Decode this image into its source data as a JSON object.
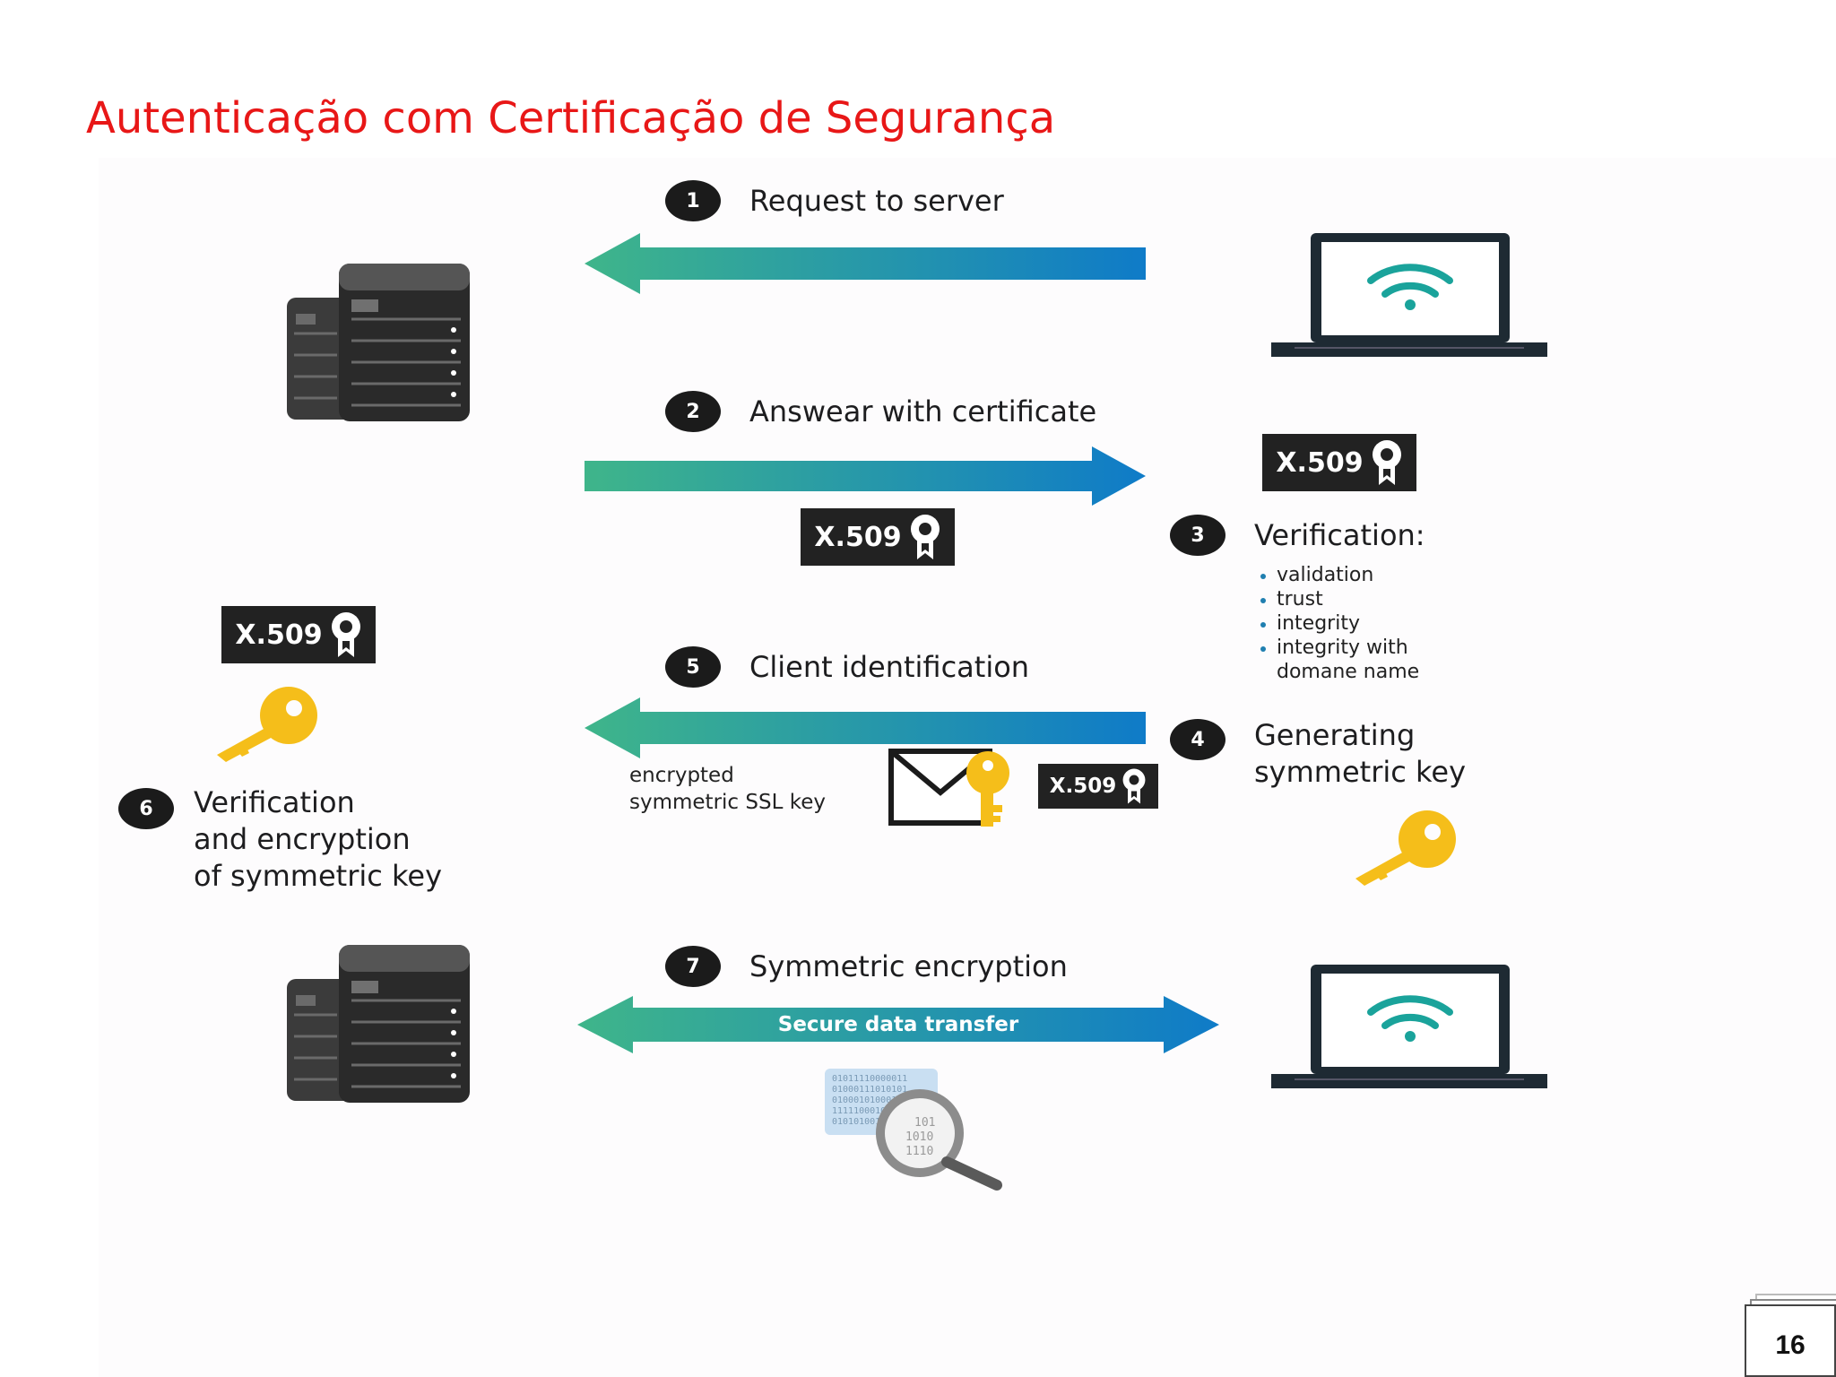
{
  "slide": {
    "title": "Autenticação com Certificação de Segurança",
    "page_number": "16"
  },
  "certificate_label": "X.509",
  "steps": [
    {
      "number": "1",
      "label": "Request to server"
    },
    {
      "number": "2",
      "label": "Answear with certificate"
    },
    {
      "number": "3",
      "label": "Verification:"
    },
    {
      "number": "4",
      "label": "Generating\nsymmetric key"
    },
    {
      "number": "5",
      "label": "Client identification"
    },
    {
      "number": "6",
      "label": "Verification\nand encryption\nof symmetric key"
    },
    {
      "number": "7",
      "label": "Symmetric encryption"
    }
  ],
  "verification_checks": [
    "validation",
    "trust",
    "integrity",
    "integrity with",
    "domane name"
  ],
  "encrypted_key_label": "encrypted\nsymmetric SSL key",
  "transfer_label": "Secure data transfer",
  "colors": {
    "title": "#e81717",
    "arrow_start": "#3fb58a",
    "arrow_end": "#0f7bc8",
    "key": "#f5be1a",
    "dark": "#1b1b1b"
  },
  "icons": [
    "server-icon",
    "laptop-icon",
    "wifi-icon",
    "certificate-icon",
    "key-icon",
    "envelope-icon",
    "magnifier-icon"
  ]
}
